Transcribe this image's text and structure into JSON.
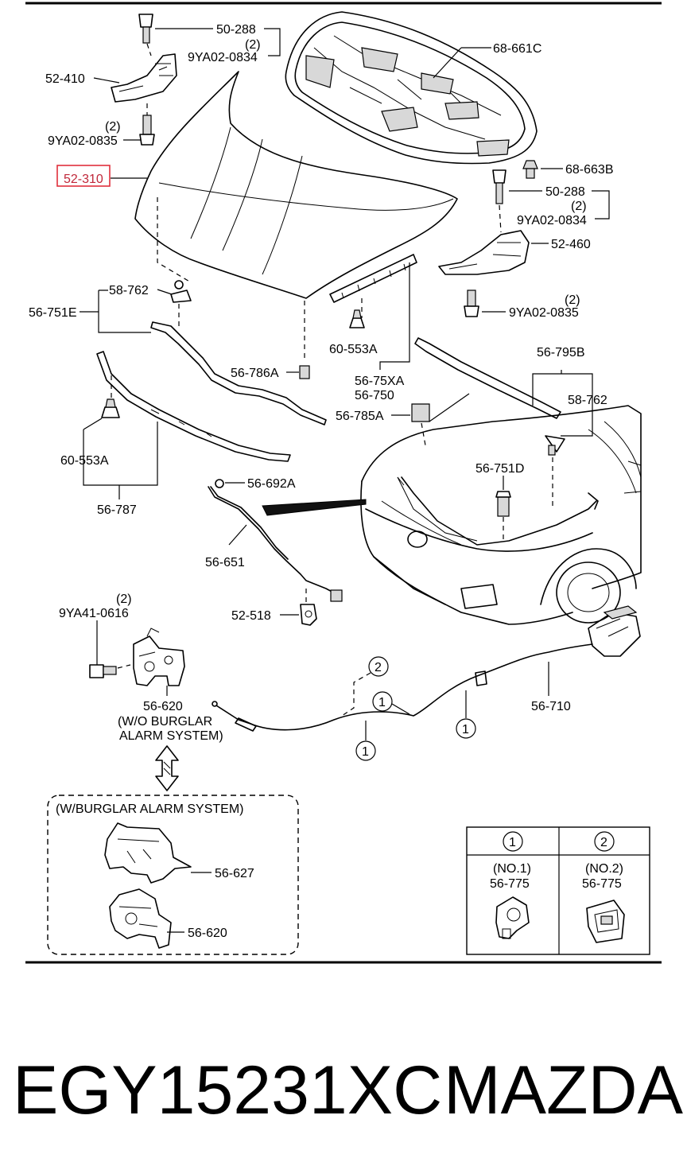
{
  "labels": {
    "bolt_50_288_top": "50-288",
    "qty_top_hinge_left": "(2)",
    "bolt_9ya02_0834_left": "9YA02-0834",
    "hinge_left": "52-410",
    "qty_lower_bolt_left": "(2)",
    "bolt_9ya02_0835_left": "9YA02-0835",
    "hood_panel": "52-310",
    "insulator": "68-661C",
    "clip_68_663b": "68-663B",
    "bolt_50_288_right": "50-288",
    "qty_top_hinge_right": "(2)",
    "bolt_9ya02_0834_right": "9YA02-0834",
    "hinge_right": "52-460",
    "qty_lower_bolt_right": "(2)",
    "bolt_9ya02_0835_right": "9YA02-0835",
    "seal_58_762_left": "58-762",
    "seal_56_751e": "56-751E",
    "clip_60_553a_center": "60-553A",
    "seal_56_786a": "56-786A",
    "seal_56_75xa": "56-75XA",
    "seal_56_750": "56-750",
    "seal_56_795b": "56-795B",
    "seal_58_762_right": "58-762",
    "cushion_56_785a": "56-785A",
    "clip_60_553a_left": "60-553A",
    "seal_56_787": "56-787",
    "stay_56_751d": "56-751D",
    "clip_56_692a": "56-692A",
    "rod_56_651": "56-651",
    "holder_52_518": "52-518",
    "qty_lock_bolt": "(2)",
    "bolt_9ya41_0616": "9YA41-0616",
    "lock_56_620": "56-620",
    "wo_burglar_line1": "(W/O BURGLAR",
    "wo_burglar_line2": "ALARM SYSTEM)",
    "cable_56_710": "56-710",
    "callout_1": "1",
    "callout_2": "2",
    "w_burglar_box": "(W/BURGLAR ALARM SYSTEM)",
    "switch_56_627": "56-627",
    "lock_56_620_alarm": "56-620",
    "legend_col1_head": "1",
    "legend_col2_head": "2",
    "legend_col1_no": "(NO.1)",
    "legend_col1_part": "56-775",
    "legend_col2_no": "(NO.2)",
    "legend_col2_part": "56-775"
  },
  "footer": {
    "part_number": "EGY15231XC",
    "brand": "MAZDA"
  },
  "colors": {
    "highlight_box": "#e0303c",
    "line": "#000000"
  }
}
